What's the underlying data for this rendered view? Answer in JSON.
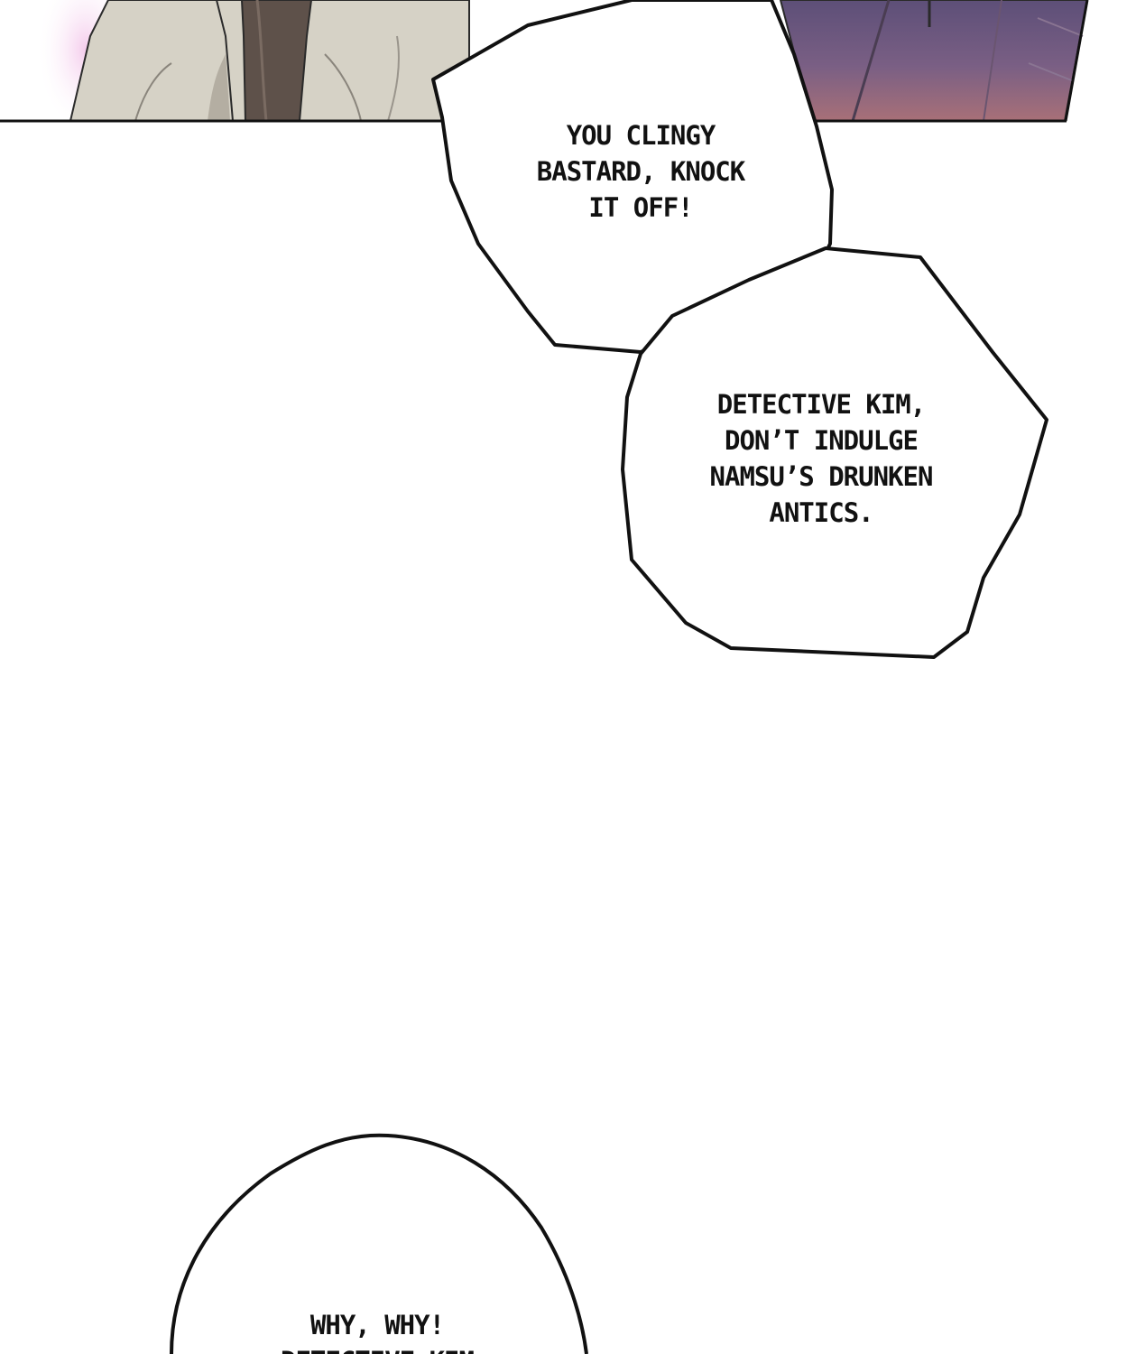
{
  "colors": {
    "background": "#ffffff",
    "ink": "#111111",
    "coat": "#d6d2c6",
    "coat_shadow": "#b8b2a6",
    "tie": "#5e514a",
    "pink_glow": "#f1cde8",
    "background_purple": "#6f5f7e",
    "background_mauve": "#a07078"
  },
  "bubbles": [
    {
      "lines": [
        "YOU CLINGY",
        "BASTARD, KNOCK",
        "IT OFF!"
      ]
    },
    {
      "lines": [
        "DETECTIVE KIM,",
        "DON’T INDULGE",
        "NAMSU’S DRUNKEN",
        "ANTICS."
      ]
    },
    {
      "lines": [
        "WHY, WHY!",
        "DETECTIVE KIM"
      ]
    }
  ]
}
